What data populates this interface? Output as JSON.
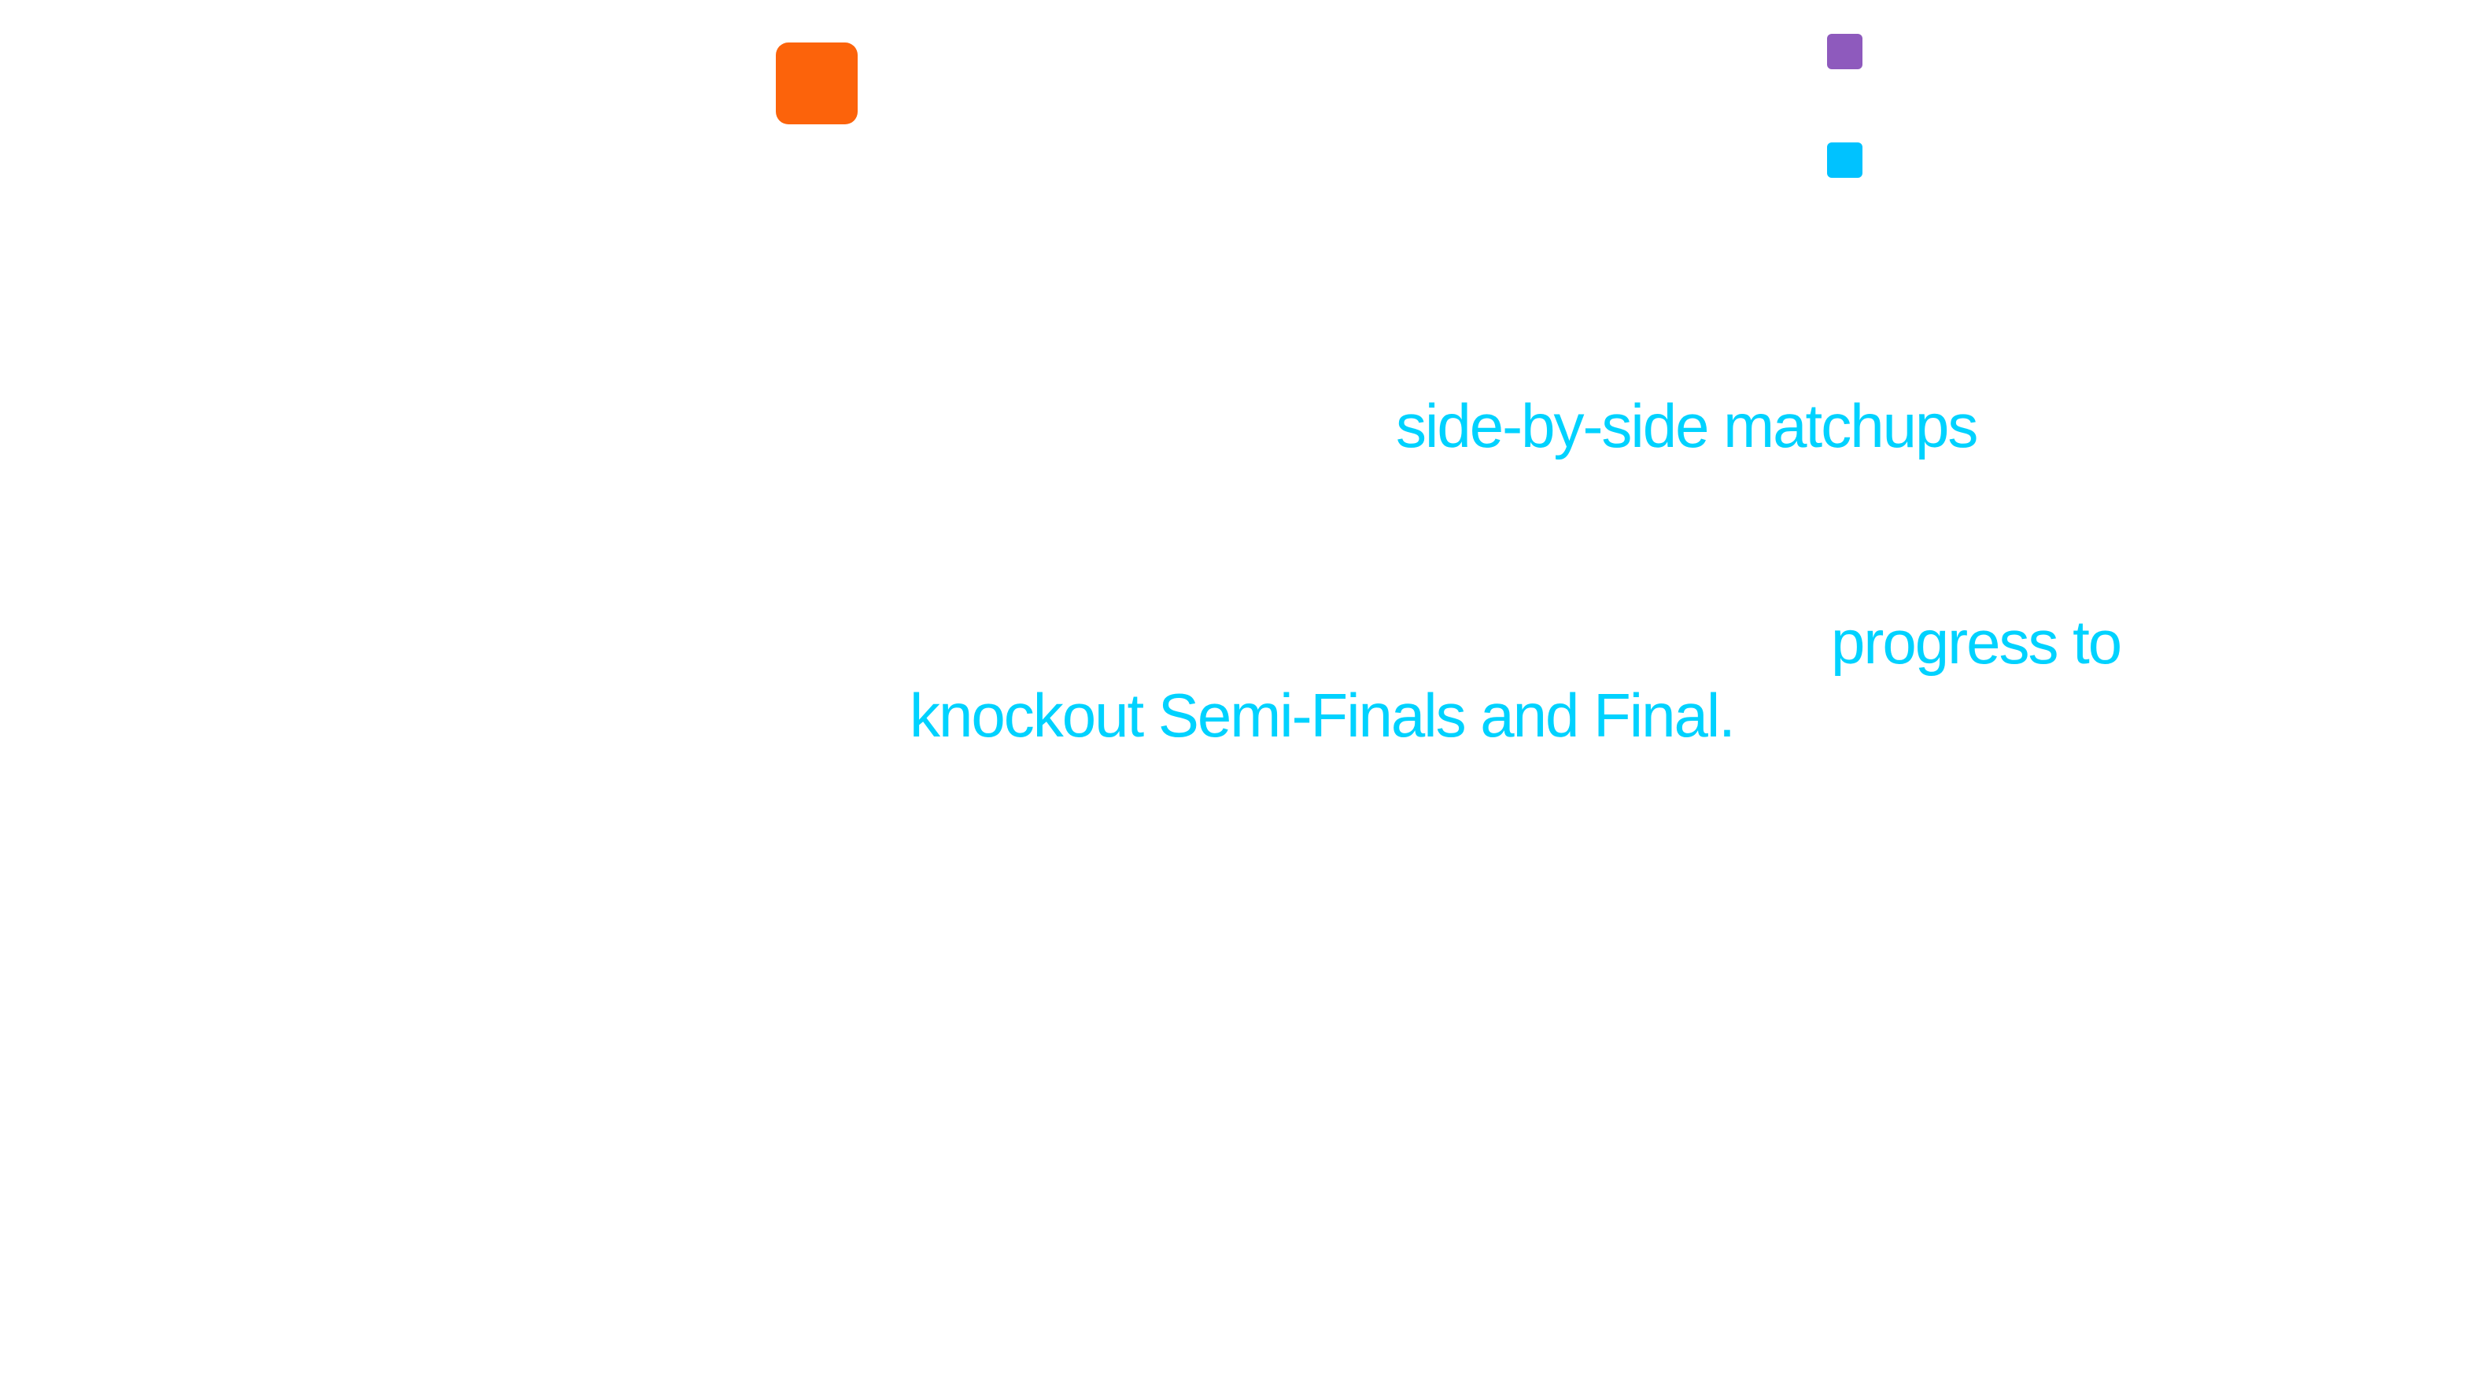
{
  "colors": {
    "accent_orange": "#FC630B",
    "legend_purple": "#8E5ABD",
    "legend_cyan": "#00C2FF",
    "highlight_text": "#00D2FF",
    "background": "#FFFFFF"
  },
  "icons": [
    "orange-square-icon",
    "purple-legend-square-icon",
    "cyan-legend-square-icon"
  ],
  "highlights": {
    "matchups": "side-by-side matchups",
    "progress": "progress to",
    "knockout": "knockout Semi-Finals and Final."
  }
}
